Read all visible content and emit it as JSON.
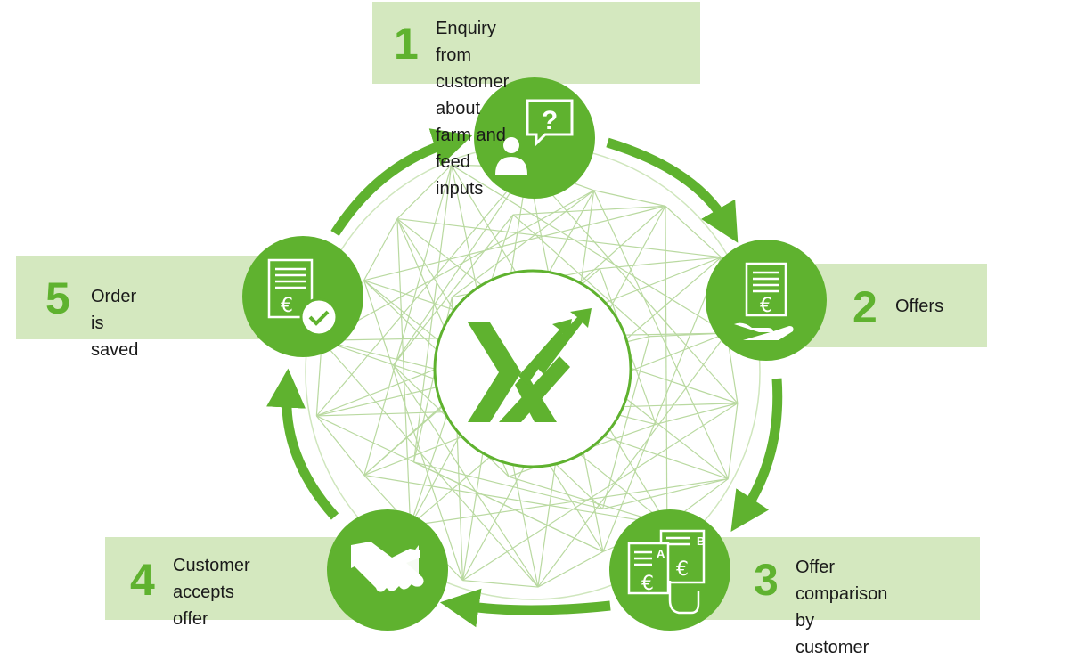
{
  "colors": {
    "accent": "#5fb22f",
    "label_bg": "#d4e8bf",
    "network_line": "#b9d9a0",
    "text": "#1a1a1a"
  },
  "center_logo": {
    "icon": "xchange-arrows-logo"
  },
  "steps": [
    {
      "number": "1",
      "label": "Enquiry from customer\nabout farm and feed inputs",
      "icon": "customer-question-icon"
    },
    {
      "number": "2",
      "label": "Offers",
      "icon": "offer-document-hand-icon"
    },
    {
      "number": "3",
      "label": "Offer comparison\nby customer",
      "icon": "compare-offers-icon"
    },
    {
      "number": "4",
      "label": "Customer\naccepts offer",
      "icon": "handshake-icon"
    },
    {
      "number": "5",
      "label": "Order is saved",
      "icon": "saved-order-icon"
    }
  ]
}
